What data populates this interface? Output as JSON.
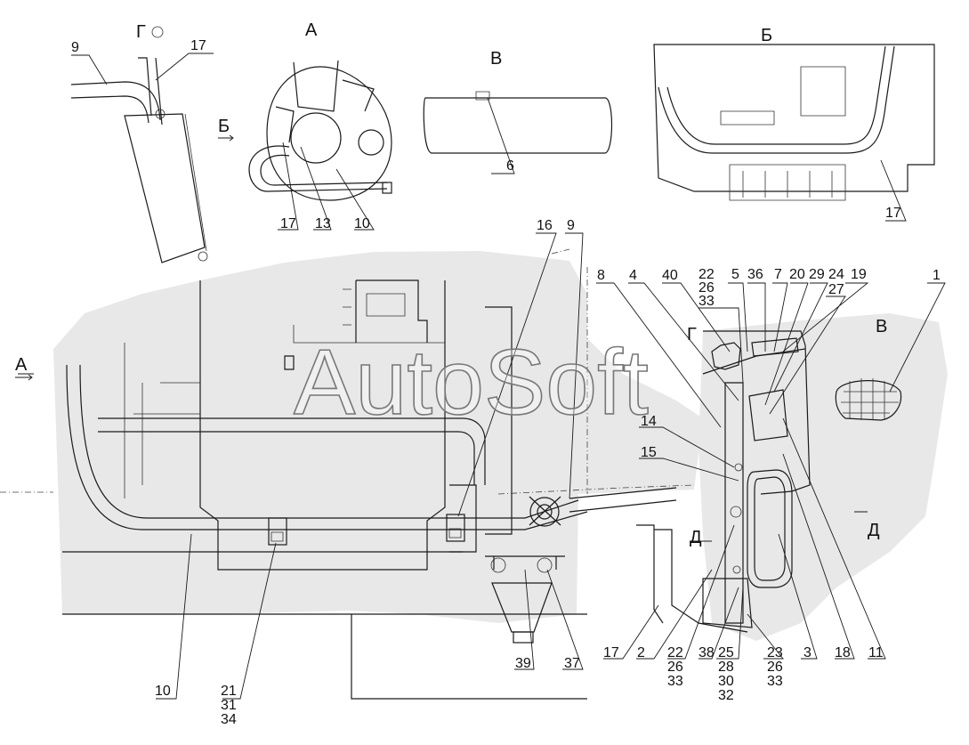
{
  "watermark": "AutoSoft",
  "views": {
    "g": "Г",
    "a": "А",
    "v": "В",
    "b": "Б",
    "arrow_b": "Б",
    "arrow_a": "А",
    "marker_g": "Г",
    "marker_v": "В",
    "marker_d_left": "Д",
    "marker_d_right": "Д"
  },
  "labels": {
    "n9_top": "9",
    "n17_top": "17",
    "n6": "6",
    "n17_a": "17",
    "n13": "13",
    "n10_a": "10",
    "n17_b": "17",
    "n16": "16",
    "n9": "9",
    "n8": "8",
    "n4": "4",
    "n40": "40",
    "n22_top": "22",
    "n26_top": "26",
    "n33_top": "33",
    "n5": "5",
    "n36": "36",
    "n7": "7",
    "n20": "20",
    "n29": "29",
    "n24": "24",
    "n27": "27",
    "n19": "19",
    "n1": "1",
    "n14": "14",
    "n15": "15",
    "n10": "10",
    "n21": "21",
    "n31": "31",
    "n34": "34",
    "n39": "39",
    "n37": "37",
    "n17": "17",
    "n2": "2",
    "n22_bottom": "22",
    "n26_bottom": "26",
    "n33_bottom": "33",
    "n38": "38",
    "n25": "25",
    "n28": "28",
    "n30": "30",
    "n32": "32",
    "n23": "23",
    "n26_right": "26",
    "n33_right": "33",
    "n3": "3",
    "n18": "18",
    "n11": "11"
  }
}
